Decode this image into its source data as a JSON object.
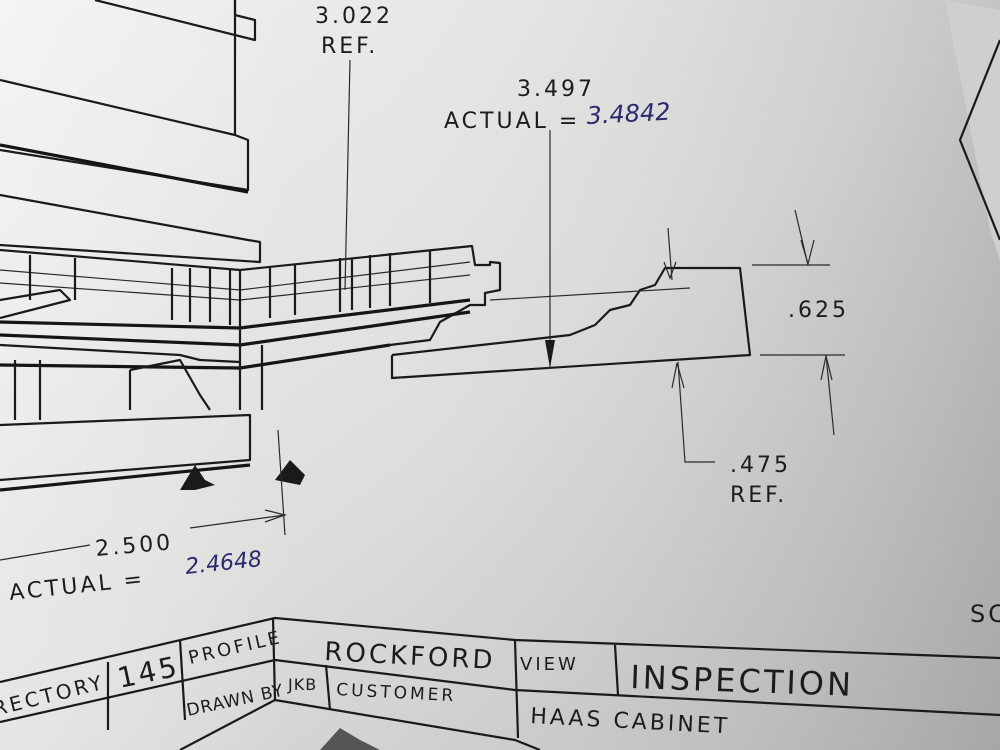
{
  "dimensions": {
    "ref_top": {
      "value": "3.022",
      "note": "REF."
    },
    "height_main": {
      "nominal": "3.497",
      "actual_label": "ACTUAL =",
      "actual": "3.4842"
    },
    "step": {
      "value": ".625"
    },
    "ref_lower": {
      "value": ".475",
      "note": "REF."
    },
    "width_bottom": {
      "nominal": "2.500",
      "actual_label": "ACTUAL =",
      "actual": "2.4648"
    }
  },
  "corner_text": "SC",
  "title_block": {
    "directory_label": "RECTORY",
    "directory_value": "145",
    "profile_label": "PROFILE",
    "profile_value": "ROCKFORD",
    "drawn_by_label": "DRAWN BY",
    "drawn_by_value": "JKB",
    "customer_label": "CUSTOMER",
    "view_label": "VIEW",
    "view_value": "INSPECTION",
    "customer_value": "HAAS CABINET"
  },
  "colors": {
    "paper": "#e4e4e2",
    "ink": "#1a1a1a",
    "handwriting": "#2a2a6e"
  }
}
